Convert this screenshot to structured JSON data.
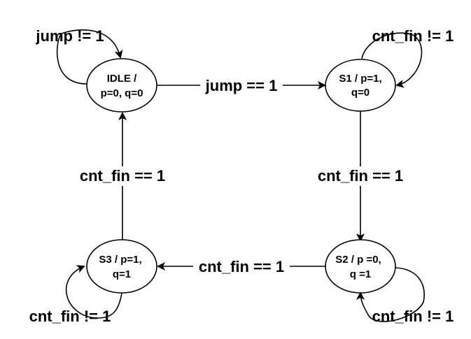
{
  "states": {
    "idle": {
      "line1": "IDLE /",
      "line2": "p=0, q=0"
    },
    "s1": {
      "line1": "S1 / p=1,",
      "line2": "q=0"
    },
    "s2": {
      "line1": "S2 / p =0,",
      "line2": "q =1"
    },
    "s3": {
      "line1": "S3 / p=1,",
      "line2": "q=1"
    }
  },
  "transitions": {
    "idle_self": "jump != 1",
    "idle_to_s1": "jump == 1",
    "s1_self": "cnt_fin != 1",
    "s1_to_s2": "cnt_fin == 1",
    "s2_self": "cnt_fin != 1",
    "s2_to_s3": "cnt_fin == 1",
    "s3_self": "cnt_fin != 1",
    "s3_to_idle": "cnt_fin == 1"
  }
}
